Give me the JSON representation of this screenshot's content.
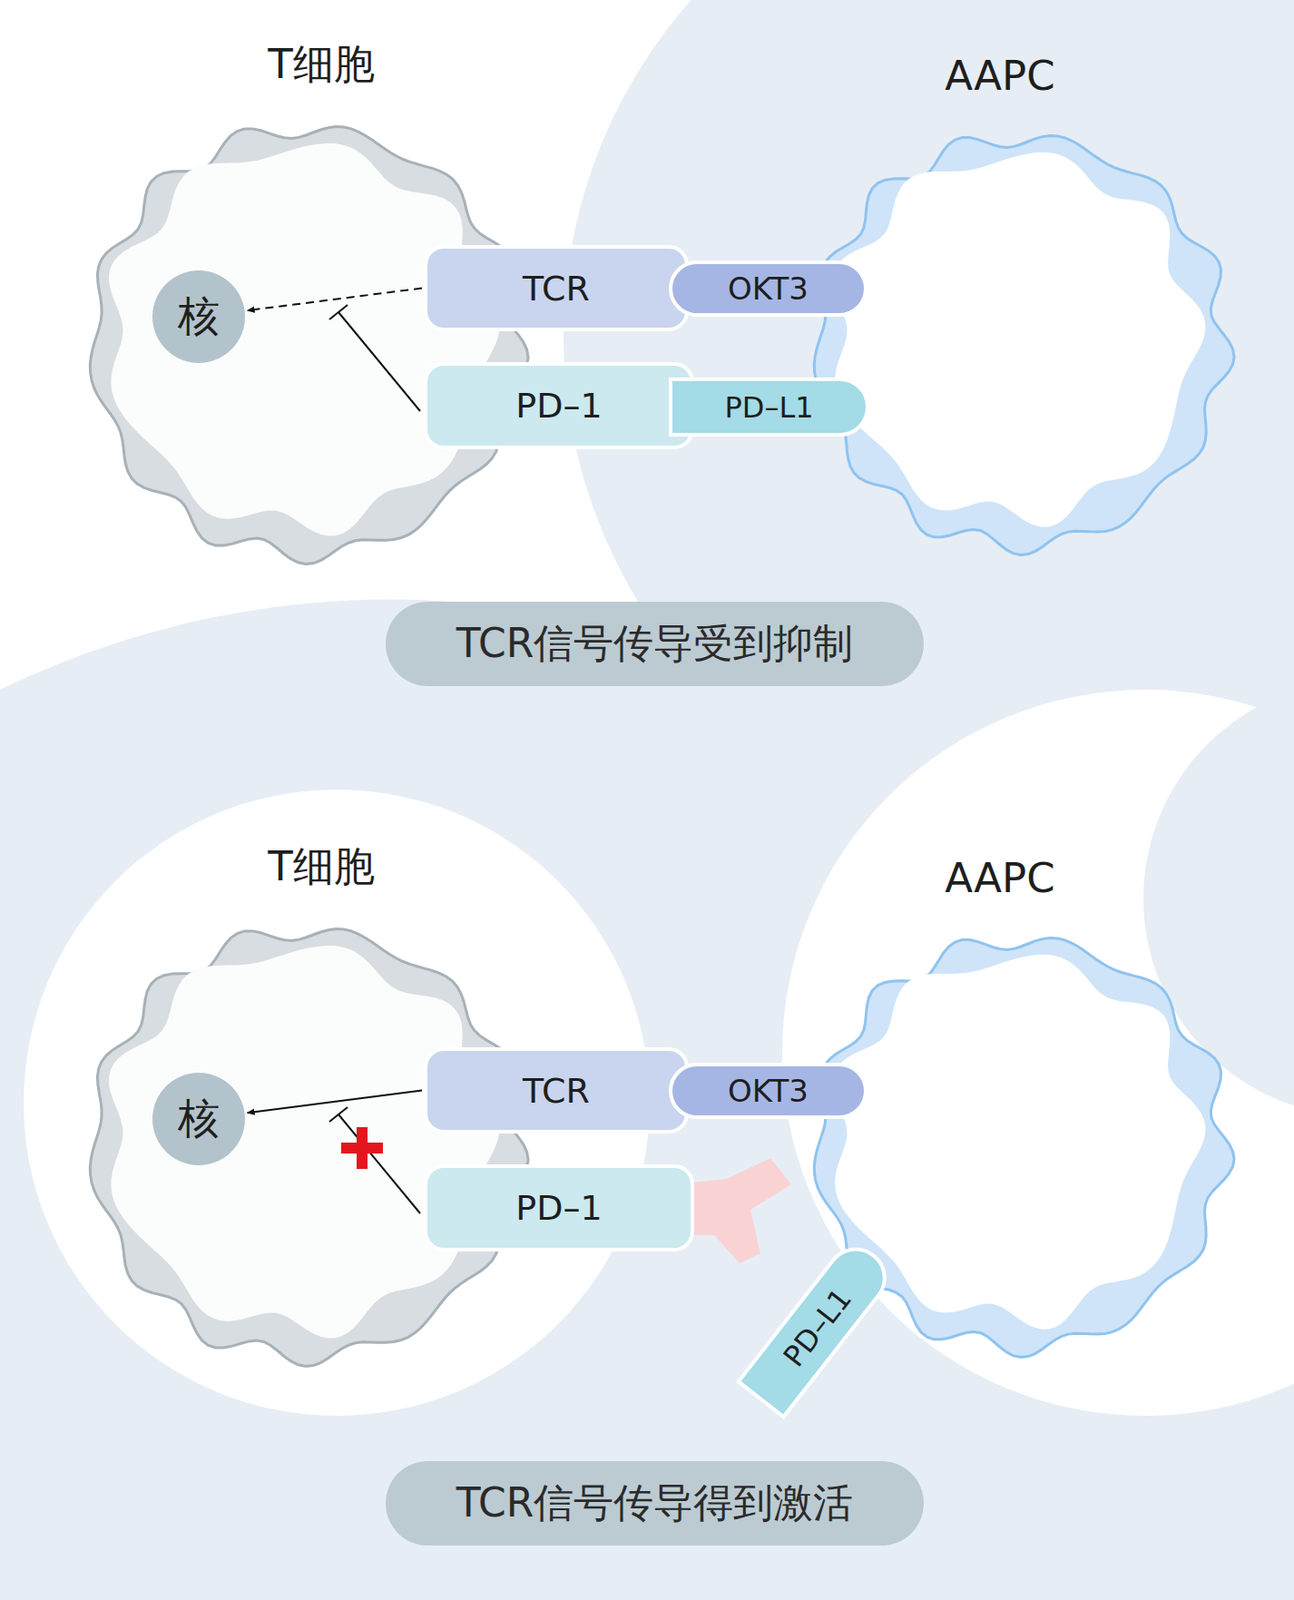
{
  "diagram": {
    "nodes": [
      {
        "text": [
          "T细胞"
        ]
      },
      {
        "text": [
          "核"
        ],
        "in": 0
      },
      {
        "text": [
          "TCR"
        ]
      },
      {
        "text": [
          "PD–1"
        ]
      },
      {
        "text": [
          "AAPC"
        ]
      },
      {
        "text": [
          "OKT3"
        ]
      },
      {
        "text": [
          "PD–L1"
        ]
      },
      {
        "text": [
          "TCR信号传导受到抑制"
        ]
      },
      {
        "text": [
          "T细胞"
        ]
      },
      {
        "text": [
          "核"
        ],
        "in": 8
      },
      {
        "text": [
          "TCR"
        ]
      },
      {
        "text": [
          "PD–1"
        ]
      },
      {
        "text": [
          "AAPC"
        ]
      },
      {
        "text": [
          "OKT3"
        ]
      },
      {
        "text": [
          "PD–L1"
        ]
      },
      {
        "text": [
          "TCR信号传导得到激活"
        ]
      }
    ],
    "edges": [
      {
        "from": 2,
        "to": 1,
        "arrow": "to"
      },
      {
        "from": 10,
        "to": 9,
        "arrow": "to"
      }
    ]
  }
}
